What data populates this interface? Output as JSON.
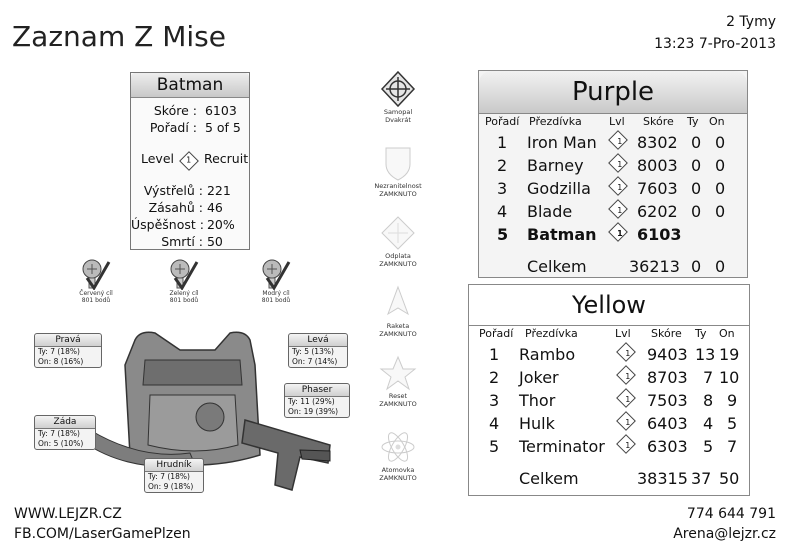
{
  "header": {
    "title": "Zaznam Z Mise",
    "teams_count": "2 Tymy",
    "datetime": "13:23 7-Pro-2013"
  },
  "player": {
    "name": "Batman",
    "score_label": "Skóre :",
    "score": "6103",
    "rank_label": "Pořadí :",
    "rank": "5 of 5",
    "level_label": "Level",
    "level_num": "1",
    "level_name": "Recruit",
    "stats": [
      {
        "label": "Výstřelů :",
        "value": "221"
      },
      {
        "label": "Zásahů :",
        "value": "46"
      },
      {
        "label": "Úspěšnost :",
        "value": "20%"
      },
      {
        "label": "Smrtí :",
        "value": "50"
      }
    ]
  },
  "targets": [
    {
      "line1": "Červený cíl",
      "line2": "801 bodů"
    },
    {
      "line1": "Zelený cíl",
      "line2": "801 bodů"
    },
    {
      "line1": "Modrý cíl",
      "line2": "801 bodů"
    }
  ],
  "vest_zones": {
    "prava": {
      "name": "Pravá",
      "ty": "Ty: 7 (18%)",
      "on": "On: 8 (16%)"
    },
    "leva": {
      "name": "Levá",
      "ty": "Ty: 5 (13%)",
      "on": "On: 7 (14%)"
    },
    "phaser": {
      "name": "Phaser",
      "ty": "Ty: 11 (29%)",
      "on": "On: 19 (39%)"
    },
    "zada": {
      "name": "Záda",
      "ty": "Ty: 7 (18%)",
      "on": "On: 5 (10%)"
    },
    "hrudnik": {
      "name": "Hrudník",
      "ty": "Ty: 7 (18%)",
      "on": "On: 9 (18%)"
    }
  },
  "weapons": [
    {
      "line1": "Samopal",
      "line2": "Dvakrát"
    },
    {
      "line1": "Nezranitelnost",
      "line2": "ZAMKNUTO"
    },
    {
      "line1": "Odplata",
      "line2": "ZAMKNUTO"
    },
    {
      "line1": "Raketa",
      "line2": "ZAMKNUTO"
    },
    {
      "line1": "Reset",
      "line2": "ZAMKNUTO"
    },
    {
      "line1": "Atomovka",
      "line2": "ZAMKNUTO"
    }
  ],
  "columns": {
    "rank": "Pořadí",
    "nick": "Přezdívka",
    "lvl": "Lvl",
    "score": "Skóre",
    "ty": "Ty",
    "on": "On"
  },
  "teams": {
    "purple": {
      "name": "Purple",
      "rows": [
        {
          "rank": "1",
          "nick": "Iron Man",
          "lvl": "1",
          "score": "8302",
          "ty": "0",
          "on": "0"
        },
        {
          "rank": "2",
          "nick": "Barney",
          "lvl": "1",
          "score": "8003",
          "ty": "0",
          "on": "0"
        },
        {
          "rank": "3",
          "nick": "Godzilla",
          "lvl": "1",
          "score": "7603",
          "ty": "0",
          "on": "0"
        },
        {
          "rank": "4",
          "nick": "Blade",
          "lvl": "1",
          "score": "6202",
          "ty": "0",
          "on": "0"
        },
        {
          "rank": "5",
          "nick": "Batman",
          "lvl": "1",
          "score": "6103",
          "ty": "",
          "on": ""
        }
      ],
      "total_label": "Celkem",
      "total_score": "36213",
      "total_ty": "0",
      "total_on": "0"
    },
    "yellow": {
      "name": "Yellow",
      "rows": [
        {
          "rank": "1",
          "nick": "Rambo",
          "lvl": "1",
          "score": "9403",
          "ty": "13",
          "on": "19"
        },
        {
          "rank": "2",
          "nick": "Joker",
          "lvl": "1",
          "score": "8703",
          "ty": "7",
          "on": "10"
        },
        {
          "rank": "3",
          "nick": "Thor",
          "lvl": "1",
          "score": "7503",
          "ty": "8",
          "on": "9"
        },
        {
          "rank": "4",
          "nick": "Hulk",
          "lvl": "1",
          "score": "6403",
          "ty": "4",
          "on": "5"
        },
        {
          "rank": "5",
          "nick": "Terminator",
          "lvl": "1",
          "score": "6303",
          "ty": "5",
          "on": "7"
        }
      ],
      "total_label": "Celkem",
      "total_score": "38315",
      "total_ty": "37",
      "total_on": "50"
    }
  },
  "footer": {
    "website": "WWW.LEJZR.CZ",
    "facebook": "FB.COM/LaserGamePlzen",
    "phone": "774 644 791",
    "email": "Arena@lejzr.cz"
  }
}
